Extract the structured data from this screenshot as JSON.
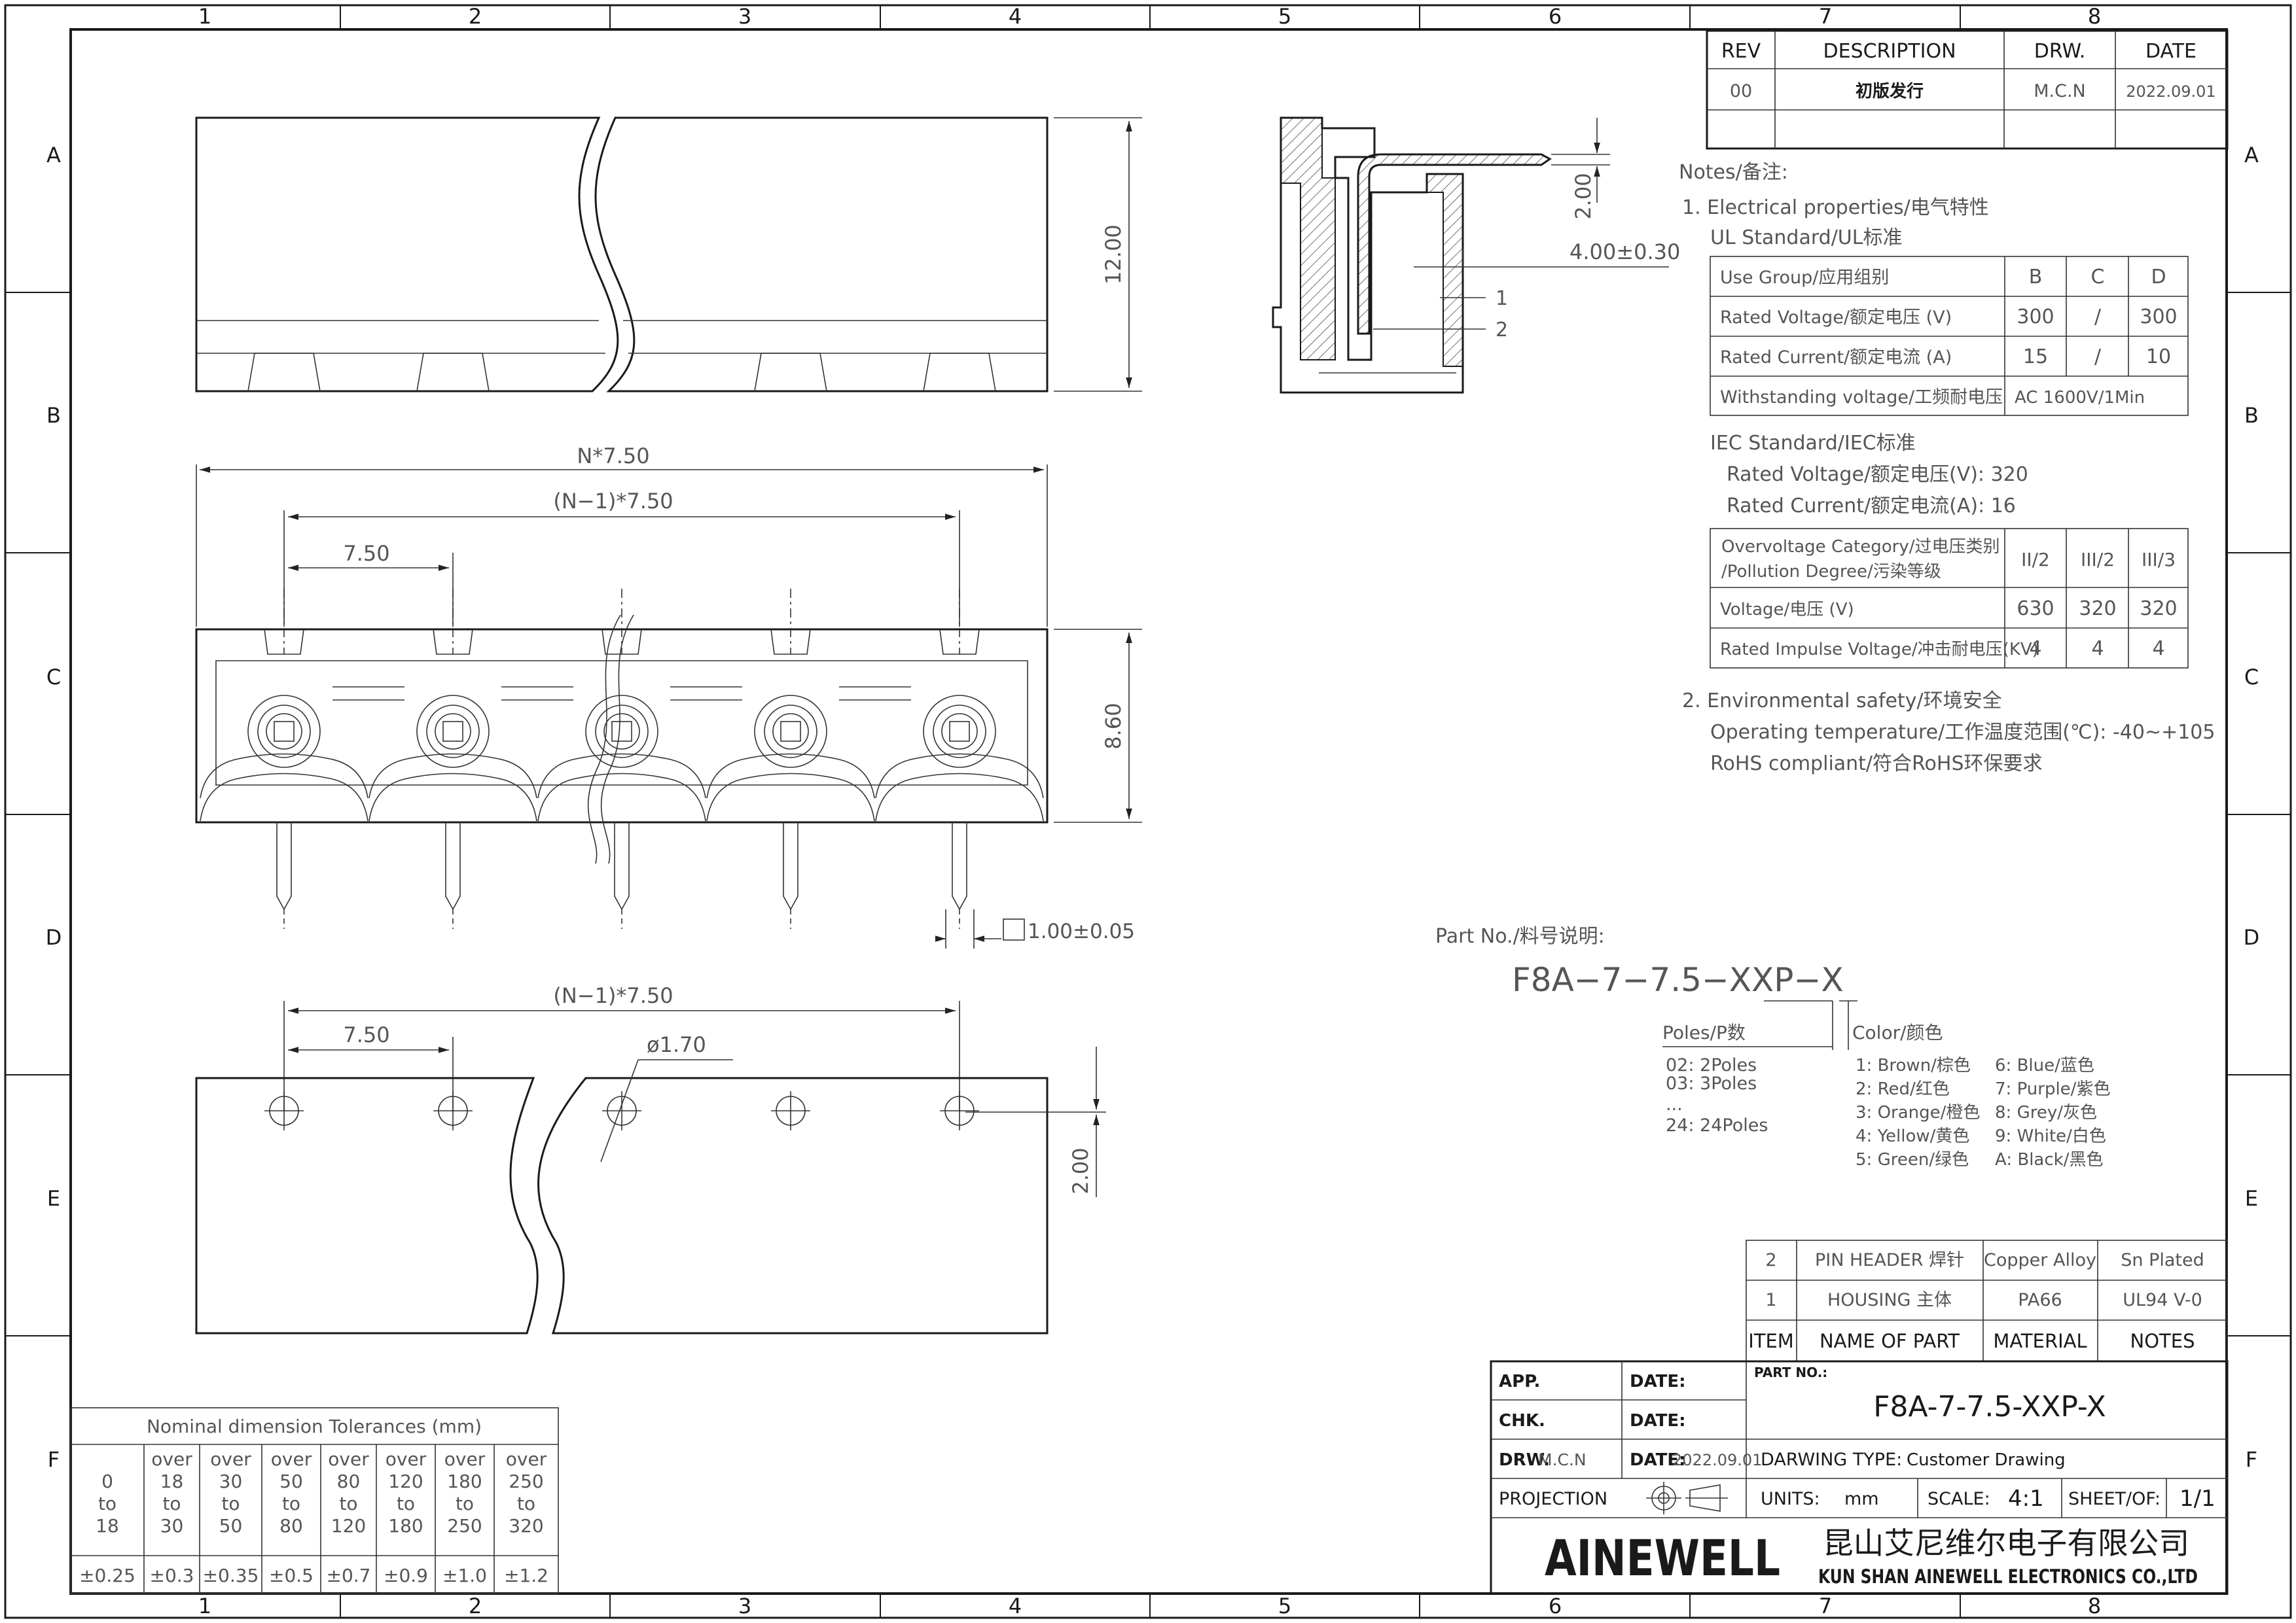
{
  "frame": {
    "col_labels": [
      "1",
      "2",
      "3",
      "4",
      "5",
      "6",
      "7",
      "8"
    ],
    "row_labels": [
      "A",
      "B",
      "C",
      "D",
      "E",
      "F"
    ]
  },
  "revision": {
    "headers": [
      "REV",
      "DESCRIPTION",
      "DRW.",
      "DATE"
    ],
    "row": [
      "00",
      "初版发行",
      "M.C.N",
      "2022.09.01"
    ]
  },
  "views": {
    "top_height": "12.00",
    "side_pin_len": "2.00",
    "side_offset": "4.00±0.30",
    "side_callout_1": "1",
    "side_callout_2": "2",
    "front_total": "N*7.50",
    "front_span": "(N−1)*7.50",
    "front_pitch": "7.50",
    "front_height": "8.60",
    "pin_square": "1.00±0.05",
    "pcb_span": "(N−1)*7.50",
    "pcb_pitch": "7.50",
    "pcb_hole": "ø1.70",
    "pcb_offset": "2.00"
  },
  "notes": {
    "heading": "Notes/备注:",
    "electrical": "1. Electrical properties/电气特性",
    "ul_standard": "UL Standard/UL标准",
    "ul_table": [
      [
        "Use Group/应用组别",
        "B",
        "C",
        "D"
      ],
      [
        "Rated Voltage/额定电压 (V)",
        "300",
        "/",
        "300"
      ],
      [
        "Rated Current/额定电流 (A)",
        "15",
        "/",
        "10"
      ],
      [
        "Withstanding voltage/工频耐电压",
        "AC 1600V/1Min"
      ]
    ],
    "iec_standard": "IEC Standard/IEC标准",
    "iec_voltage": "Rated Voltage/额定电压(V):  320",
    "iec_current": "Rated Current/额定电流(A):  16",
    "iec_table_head_1": "Overvoltage Category/过电压类别",
    "iec_table_head_2": "/Pollution Degree/污染等级",
    "iec_table_cols": [
      "II/2",
      "III/2",
      "III/3"
    ],
    "iec_table_rows": [
      [
        "Voltage/电压 (V)",
        "630",
        "320",
        "320"
      ],
      [
        "Rated Impulse Voltage/冲击耐电压(KV)",
        "4",
        "4",
        "4"
      ]
    ],
    "environmental": "2. Environmental safety/环境安全",
    "operating_temp": "Operating temperature/工作温度范围(℃):  -40~+105",
    "rohs": "RoHS compliant/符合RoHS环保要求"
  },
  "part_number": {
    "label": "Part No./料号说明:",
    "code": "F8A−7−7.5−XXP−X",
    "poles_title": "Poles/P数",
    "poles": [
      "02: 2Poles",
      "03: 3Poles",
      "...",
      "24: 24Poles"
    ],
    "color_title": "Color/颜色",
    "colors_left": [
      "1: Brown/棕色",
      "2: Red/红色",
      "3: Orange/橙色",
      "4: Yellow/黄色",
      "5: Green/绿色"
    ],
    "colors_right": [
      "6: Blue/蓝色",
      "7: Purple/紫色",
      "8: Grey/灰色",
      "9: White/白色",
      "A: Black/黑色"
    ]
  },
  "bom": {
    "rows": [
      [
        "2",
        "PIN HEADER 焊针",
        "Copper Alloy",
        "Sn Plated"
      ],
      [
        "1",
        "HOUSING 主体",
        "PA66",
        "UL94 V-0"
      ]
    ],
    "headers": [
      "ITEM",
      "NAME OF PART",
      "MATERIAL",
      "NOTES"
    ]
  },
  "title_block": {
    "app": "APP.",
    "date": "DATE:",
    "chk": "CHK.",
    "drw": "DRW.",
    "drw_value": "M.C.N",
    "drw_date_label": "DATE:",
    "drw_date": "2022.09.01",
    "projection": "PROJECTION",
    "part_no_label": "PART NO.:",
    "part_no": "F8A-7-7.5-XXP-X",
    "drawing_type_label": "DARWING TYPE:",
    "drawing_type": "Customer Drawing",
    "units_label": "UNITS:",
    "units": "mm",
    "scale_label": "SCALE:",
    "scale": "4:1",
    "sheet_label": "SHEET/OF:",
    "sheet": "1/1",
    "logo": "AINEWELL",
    "company_cn": "昆山艾尼维尔电子有限公司",
    "company_en": "KUN SHAN AINEWELL ELECTRONICS CO.,LTD"
  },
  "tolerances": {
    "title": "Nominal dimension Tolerances (mm)",
    "ranges": [
      [
        "0",
        "to",
        "18"
      ],
      [
        "over",
        "18",
        "to",
        "30"
      ],
      [
        "over",
        "30",
        "to",
        "50"
      ],
      [
        "over",
        "50",
        "to",
        "80"
      ],
      [
        "over",
        "80",
        "to",
        "120"
      ],
      [
        "over",
        "120",
        "to",
        "180"
      ],
      [
        "over",
        "180",
        "to",
        "250"
      ],
      [
        "over",
        "250",
        "to",
        "320"
      ]
    ],
    "values": [
      "±0.25",
      "±0.3",
      "±0.35",
      "±0.5",
      "±0.7",
      "±0.9",
      "±1.0",
      "±1.2"
    ]
  }
}
